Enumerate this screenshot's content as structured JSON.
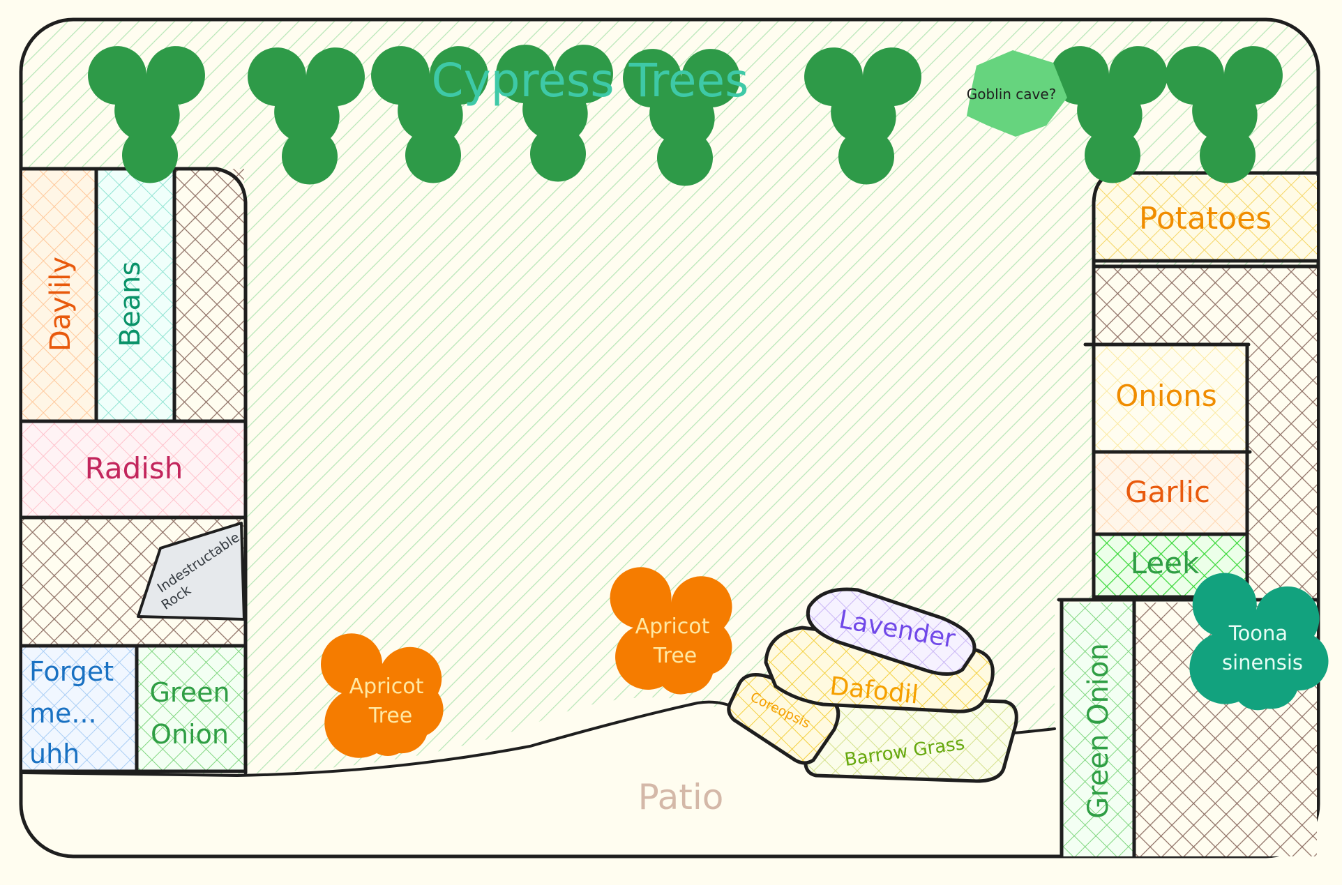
{
  "title": "Cypress Trees",
  "goblin": "Goblin cave?",
  "patio": "Patio",
  "rock": {
    "line1": "Indestructable",
    "line2": "Rock"
  },
  "beds_left": {
    "daylily": "Daylily",
    "beans": "Beans",
    "radish": "Radish",
    "forget": {
      "line1": "Forget",
      "line2": "me...",
      "line3": "uhh"
    },
    "green_onion": {
      "line1": "Green",
      "line2": "Onion"
    }
  },
  "beds_right": {
    "potatoes": "Potatoes",
    "onions": "Onions",
    "garlic": "Garlic",
    "leek": "Leek",
    "green_onion": "Green Onion"
  },
  "trees": {
    "apricot_1": {
      "line1": "Apricot",
      "line2": "Tree"
    },
    "apricot_2": {
      "line1": "Apricot",
      "line2": "Tree"
    },
    "toona": {
      "line1": "Toona",
      "line2": "sinensis"
    }
  },
  "flowers": {
    "lavender": "Lavender",
    "dafodil": "Dafodil",
    "coreopsis": "Coreopsis",
    "barrow_grass": "Barrow Grass"
  },
  "colors": {
    "lawn_hatch": "#b7e6b7",
    "cypress": "#2e9a48",
    "title": "#3ec9a7",
    "soil": "#8d6e63",
    "outline": "#1e1e1e",
    "apricot": "#f57c00",
    "toona": "#12a27e",
    "patio_text": "#d4b8a8"
  }
}
